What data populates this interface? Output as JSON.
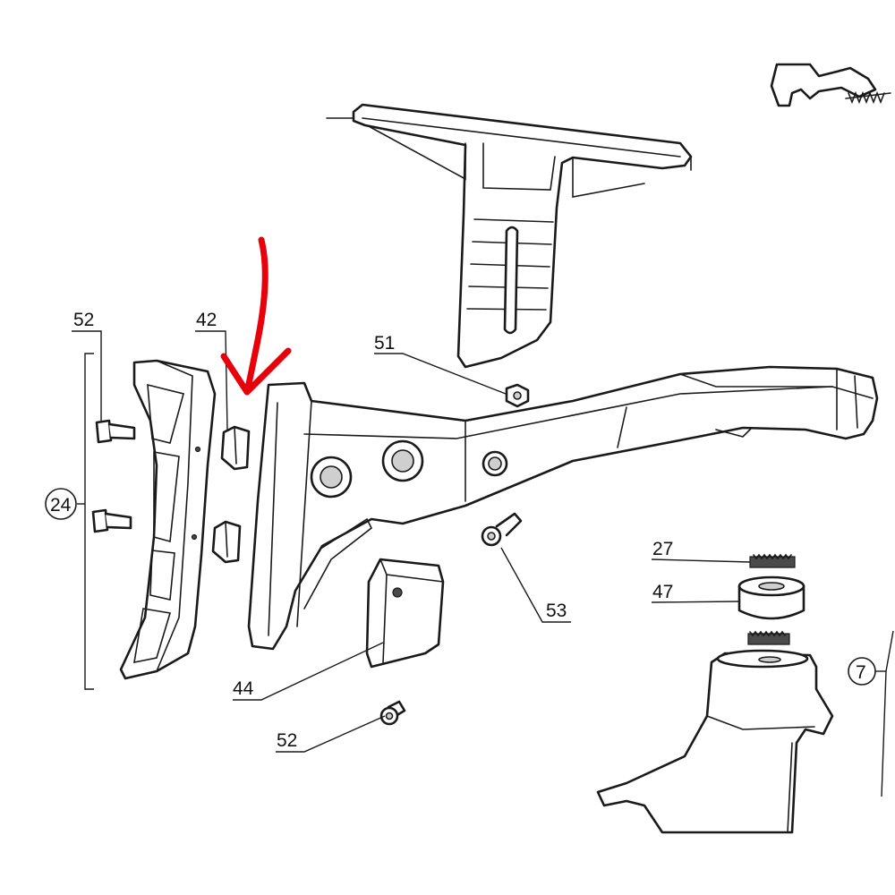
{
  "callouts": [
    {
      "id": "52_top",
      "text": "52"
    },
    {
      "id": "42",
      "text": "42"
    },
    {
      "id": "51",
      "text": "51"
    },
    {
      "id": "24",
      "text": "24"
    },
    {
      "id": "53",
      "text": "53"
    },
    {
      "id": "27",
      "text": "27"
    },
    {
      "id": "47",
      "text": "47"
    },
    {
      "id": "44",
      "text": "44"
    },
    {
      "id": "7",
      "text": "7"
    },
    {
      "id": "52_bottom",
      "text": "52"
    }
  ],
  "annotation": {
    "arrow_color": "#e8000b"
  }
}
